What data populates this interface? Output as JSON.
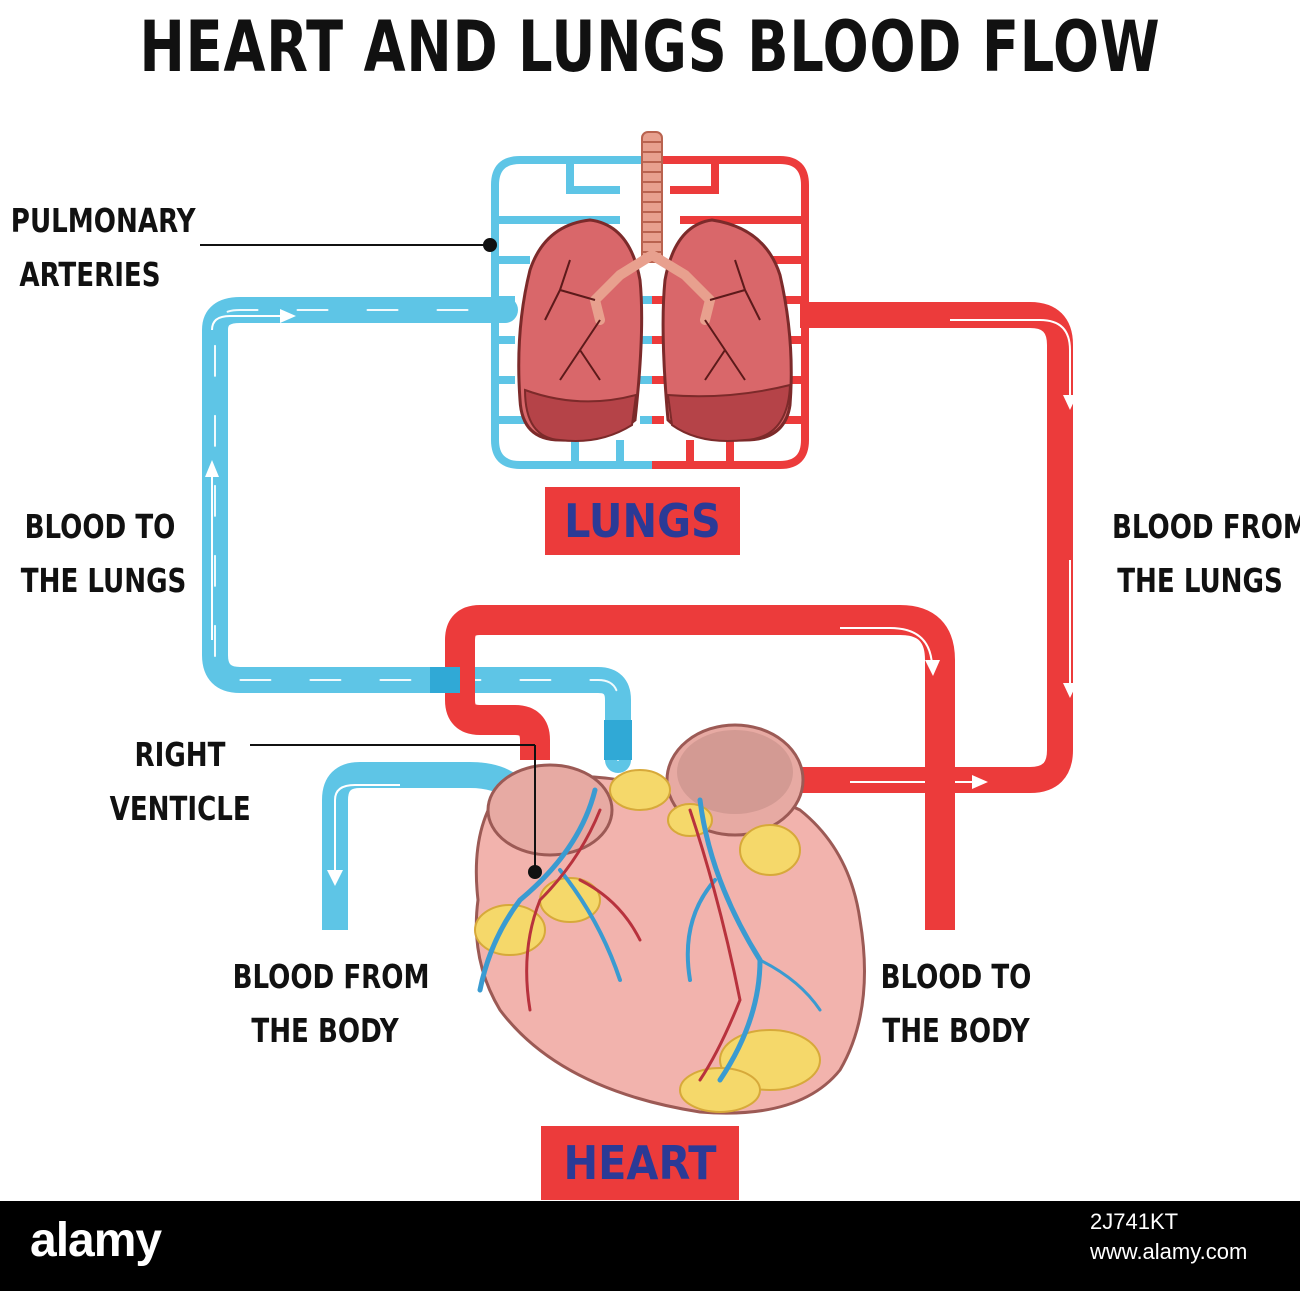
{
  "title": "HEART AND LUNGS BLOOD FLOW",
  "organs": {
    "lungs": "LUNGS",
    "heart": "HEART"
  },
  "labels": {
    "pulmonary_arteries": [
      "PULMONARY",
      "ARTERIES"
    ],
    "blood_to_lungs": [
      "BLOOD TO",
      "THE LUNGS"
    ],
    "blood_from_lungs": [
      "BLOOD FROM",
      "THE LUNGS"
    ],
    "right_venticle": [
      "RIGHT",
      "VENTICLE"
    ],
    "blood_from_body": [
      "BLOOD FROM",
      "THE BODY"
    ],
    "blood_to_body": [
      "BLOOD TO",
      "THE BODY"
    ]
  },
  "footer": {
    "brand": "alamy",
    "image_id": "2J741KT",
    "site": "www.alamy.com"
  },
  "colors": {
    "deoxygenated": "#5ec5e6",
    "oxygenated": "#ec3b3b",
    "lung_tissue": "#d9676a",
    "heart_tissue": "#f2b3ad",
    "fat": "#f5d86a"
  }
}
